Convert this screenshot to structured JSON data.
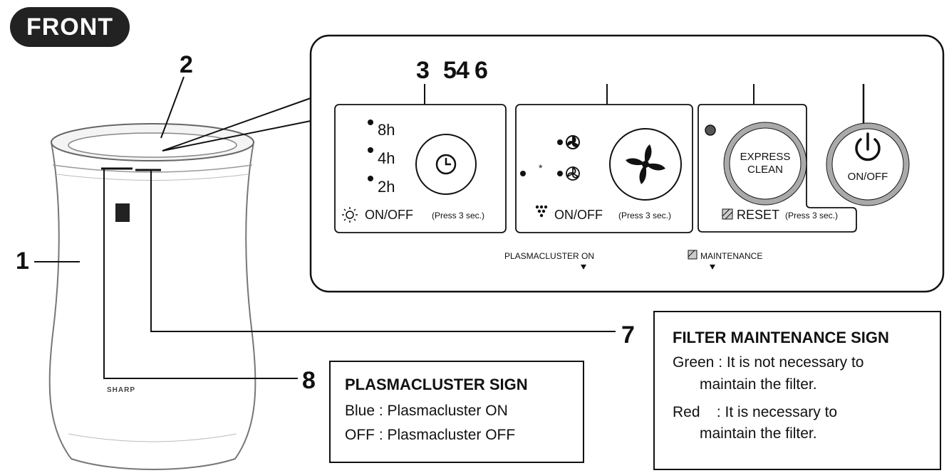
{
  "front_label": "FRONT",
  "callouts": {
    "n1": "1",
    "n2": "2",
    "n3": "3",
    "n5": "5",
    "n4": "4",
    "n6": "6",
    "n7": "7",
    "n8": "8"
  },
  "product": {
    "brand": "SHARP"
  },
  "panel": {
    "timer": {
      "hours": [
        "8h",
        "4h",
        "2h"
      ],
      "light_label": "ON/OFF",
      "press_note": "(Press 3 sec.)"
    },
    "fan": {
      "plasma_label": "ON/OFF",
      "press_note": "(Press 3 sec.)"
    },
    "express": {
      "line1": "EXPRESS",
      "line2": "CLEAN",
      "reset_label": "RESET",
      "press_note": "(Press 3 sec.)"
    },
    "power": {
      "label": "ON/OFF"
    },
    "plasmacluster_on_label": "PLASMACLUSTER ON",
    "maintenance_label": "MAINTENANCE"
  },
  "filter_box": {
    "title": "FILTER MAINTENANCE SIGN",
    "lines": [
      "Green : It is not necessary to",
      "maintain the filter.",
      "Red    : It is necessary to",
      "maintain the filter."
    ]
  },
  "plasma_box": {
    "title": "PLASMACLUSTER SIGN",
    "lines": [
      "Blue : Plasmacluster ON",
      "OFF : Plasmacluster OFF"
    ]
  }
}
